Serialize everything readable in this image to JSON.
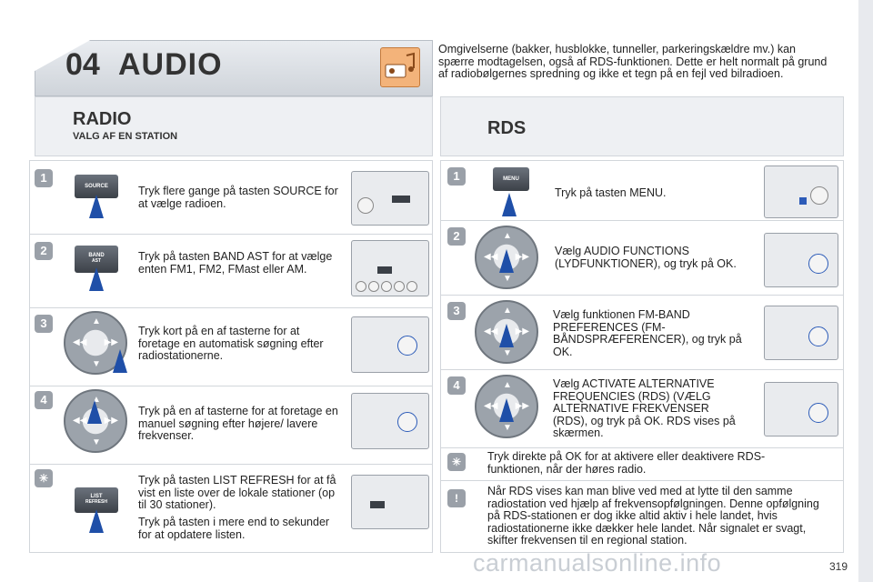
{
  "header": {
    "chapter_number": "04",
    "chapter_title": "AUDIO",
    "icon": "audio-music-icon"
  },
  "intro": "Omgivelserne (bakker, husblokke, tunneller, parkeringskældre mv.) kan spærre modtagelsen, også af RDS-funktionen. Dette er helt normalt på grund af radiobølgernes spredning og ikke et tegn på en fejl ved bilradioen.",
  "radio": {
    "title": "RADIO",
    "subtitle": "VALG AF EN STATION",
    "steps": [
      {
        "number": "1",
        "button_label": "SOURCE",
        "text": "Tryk flere gange på tasten SOURCE for at vælge radioen."
      },
      {
        "number": "2",
        "button_label": "BAND",
        "button_sub": "AST",
        "text": "Tryk på tasten BAND AST for at vælge enten FM1, FM2, FMast eller AM."
      },
      {
        "number": "3",
        "text": "Tryk kort på en af tasterne for at foretage en automatisk søgning efter radiostationerne."
      },
      {
        "number": "4",
        "text": "Tryk på en af tasterne for at foretage en manuel søgning efter højere/ lavere frekvenser."
      }
    ],
    "tip": {
      "icon": "lamp-icon",
      "button_label": "LIST",
      "button_sub": "REFRESH",
      "text1": "Tryk på tasten LIST REFRESH for at få vist en liste over de lokale stationer (op til 30 stationer).",
      "text2": "Tryk på tasten i mere end to sekunder for at opdatere listen."
    }
  },
  "rds": {
    "title": "RDS",
    "steps": [
      {
        "number": "1",
        "button_label": "MENU",
        "text": "Tryk på tasten MENU."
      },
      {
        "number": "2",
        "text": "Vælg AUDIO FUNCTIONS (LYDFUNKTIONER), og tryk på OK."
      },
      {
        "number": "3",
        "text": "Vælg funktionen FM-BAND PREFERENCES (FM-BÅNDSPRÆFERENCER), og tryk på OK."
      },
      {
        "number": "4",
        "text": "Vælg ACTIVATE ALTERNATIVE FREQUENCIES (RDS) (VÆLG ALTERNATIVE FREKVENSER (RDS), og tryk på OK. RDS vises på skærmen."
      }
    ],
    "tip": {
      "icon": "lamp-icon",
      "text": "Tryk direkte på OK for at aktivere eller deaktivere RDS-funktionen, når der høres radio."
    },
    "warning": {
      "icon": "exclamation-icon",
      "text": "Når RDS vises kan man blive ved med at lytte til den samme radiostation ved hjælp af frekvensopfølgningen. Denne opfølgning på RDS-stationen er dog ikke altid aktiv i hele landet, hvis radiostationerne ikke dækker hele landet. Når signalet er svagt, skifter frekvensen til en regional station."
    }
  },
  "page_number": "319",
  "watermark": "carmanualsonline.info"
}
